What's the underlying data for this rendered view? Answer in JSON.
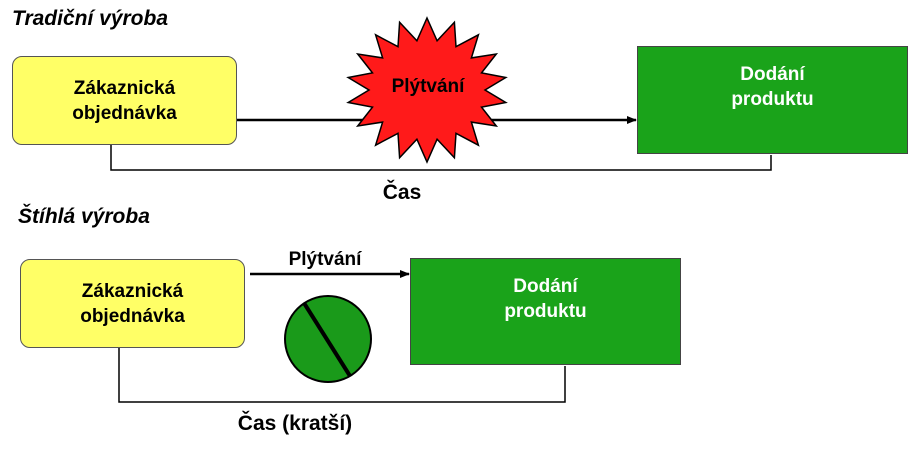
{
  "traditional": {
    "heading": "Tradiční výroba",
    "order": {
      "line1": "Zákaznická",
      "line2": "objednávka"
    },
    "waste": "Plýtvání",
    "delivery": {
      "line1": "Dodání",
      "line2": "produktu"
    },
    "time": "Čas"
  },
  "lean": {
    "heading": "Štíhlá výroba",
    "order": {
      "line1": "Zákaznická",
      "line2": "objednávka"
    },
    "waste": "Plýtvání",
    "delivery": {
      "line1": "Dodání",
      "line2": "produktu"
    },
    "time": "Čas (kratší)"
  },
  "colors": {
    "order_fill": "#ffff66",
    "delivery_fill": "#1aa31a",
    "waste_star": "#ff1a1a",
    "no_waste_symbol": "#1a9a1a"
  }
}
